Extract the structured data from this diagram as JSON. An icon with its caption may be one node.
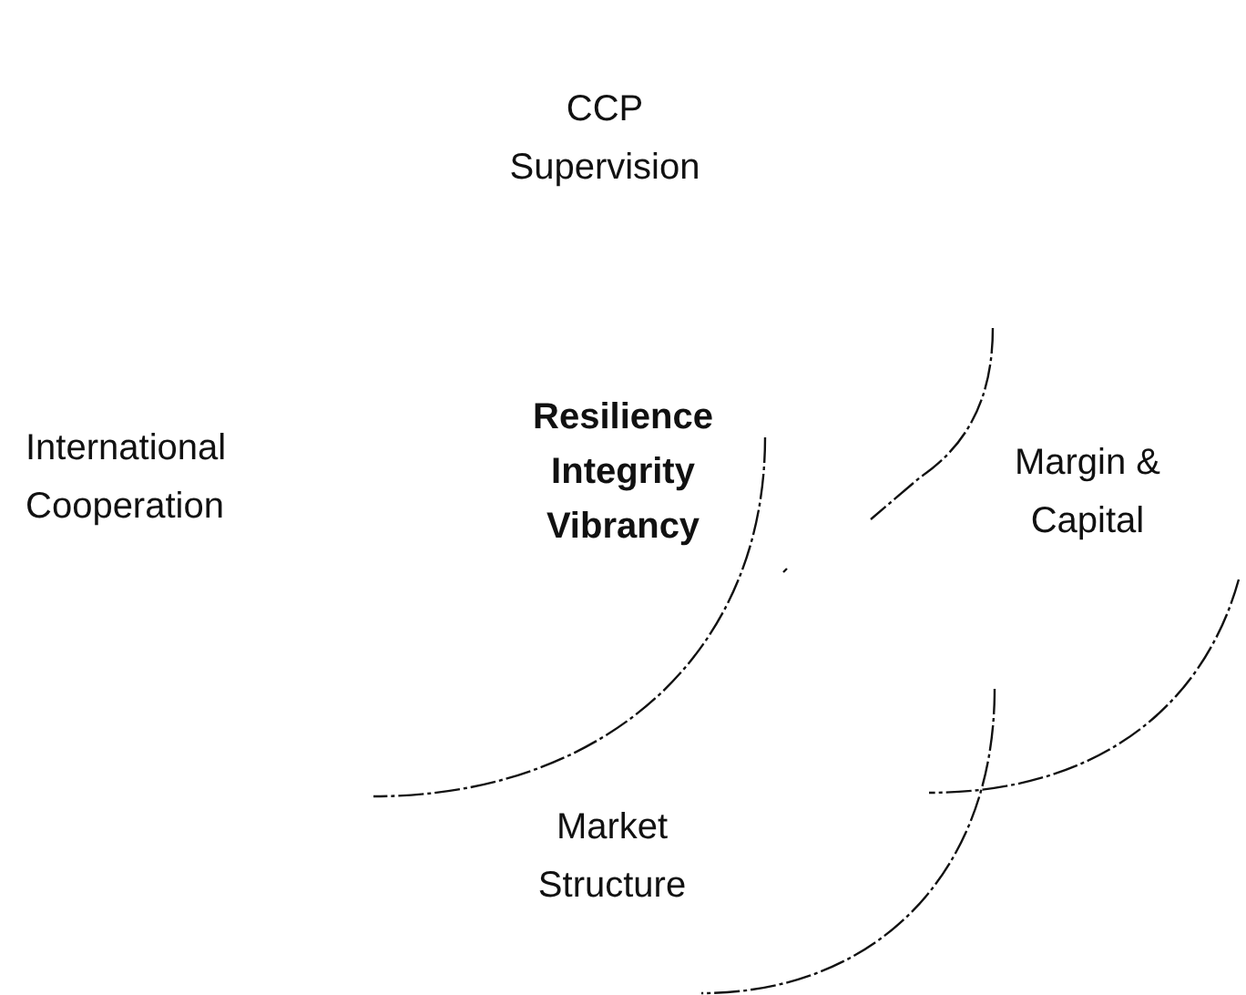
{
  "diagram": {
    "labels": [
      "CCP Supervision",
      "International Cooperation",
      "Resilience Integrity Vibrancy",
      "Margin & Capital",
      "Market Structure"
    ]
  }
}
